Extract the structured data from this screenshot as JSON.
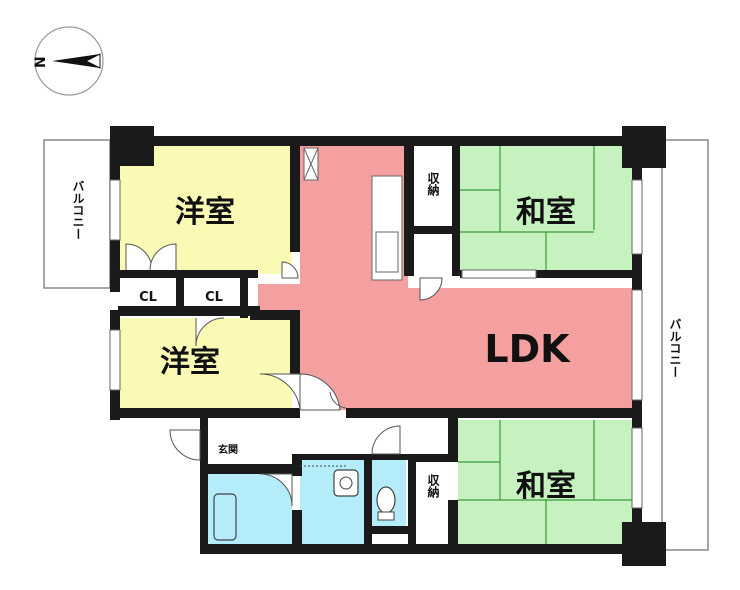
{
  "compass": {
    "north": "N"
  },
  "rooms": {
    "western_1": "洋室",
    "western_2": "洋室",
    "japanese_1": "和室",
    "japanese_2": "和室",
    "ldk": "LDK",
    "closet_1": "CL",
    "closet_2": "CL",
    "storage_1": "収納",
    "storage_2": "収納",
    "entrance": "玄関"
  },
  "balconies": {
    "left": "バルコニー",
    "right": "バルコニー"
  },
  "colors": {
    "western": "#fafab4",
    "japanese": "#c6f2bf",
    "ldk": "#f4a0a0",
    "wet": "#b4ecfa",
    "wall": "#1a1a1a",
    "tatami_line": "#3a9a3a"
  }
}
